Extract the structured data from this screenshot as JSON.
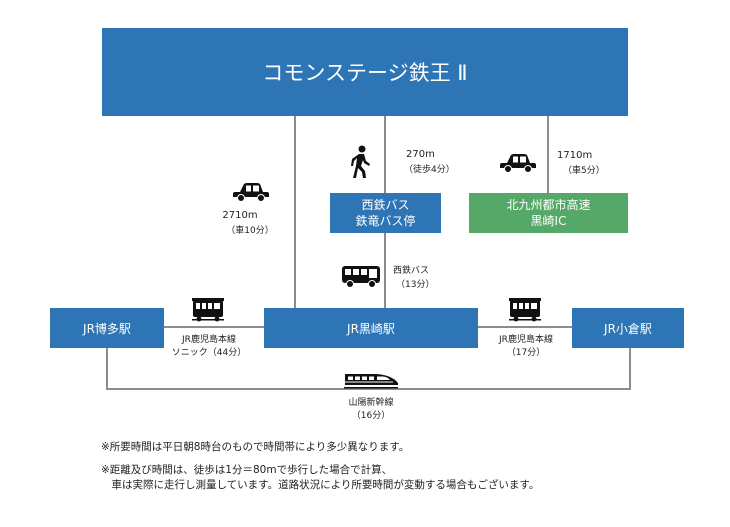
{
  "colors": {
    "primary": "#2e75b6",
    "green": "#55a867",
    "line": "#8c8c8c"
  },
  "destination": {
    "name": "コモンステージ鉄王 Ⅱ"
  },
  "stations": {
    "hakata": "JR博多駅",
    "kurosaki": "JR黒崎駅",
    "kokura": "JR小倉駅"
  },
  "bus_stop": {
    "line1": "西鉄バス",
    "line2": "鉄竜バス停"
  },
  "expressway": {
    "line1": "北九州都市高速",
    "line2": "黒崎IC"
  },
  "routes": {
    "car_to_kurosaki": {
      "distance": "2710m",
      "time": "（車10分）",
      "icon": "car-icon"
    },
    "walk_to_bus": {
      "distance": "270m",
      "time": "（徒歩4分）",
      "icon": "walking-person-icon"
    },
    "car_to_ic": {
      "distance": "1710m",
      "time": "（車5分）",
      "icon": "car-icon"
    },
    "bus_to_kurosaki": {
      "line1": "西鉄バス",
      "line2": "（13分）",
      "icon": "bus-icon"
    },
    "hakata_kurosaki": {
      "line1": "JR鹿児島本線",
      "line2": "ソニック（44分）",
      "icon": "train-icon"
    },
    "kurosaki_kokura": {
      "line1": "JR鹿児島本線",
      "line2": "（17分）",
      "icon": "train-icon"
    },
    "shinkansen": {
      "line1": "山陽新幹線",
      "line2": "（16分）",
      "icon": "shinkansen-icon"
    }
  },
  "notes": [
    "※所要時間は平日朝8時台のもので時間帯により多少異なります。",
    "※距離及び時間は、徒歩は1分＝80mで歩行した場合で計算、",
    "　車は実際に走行し測量しています。道路状況により所要時間が変動する場合もございます。"
  ]
}
